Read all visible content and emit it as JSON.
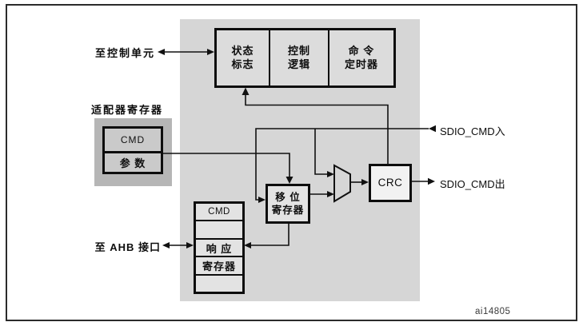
{
  "labels": {
    "to_control_unit": "至控制单元",
    "adapter_registers": "适配器寄存器",
    "adapter_cmd": "CMD",
    "adapter_param": "参 数",
    "status_flags": {
      "line1": "状态",
      "line2": "标志"
    },
    "control_logic": {
      "line1": "控制",
      "line2": "逻辑"
    },
    "command_timer": {
      "line1": "命 令",
      "line2": "定时器"
    },
    "shift_register": {
      "line1": "移 位",
      "line2": "寄存器"
    },
    "response_stack": {
      "row1": "CMD",
      "row2": "",
      "row3": "响 应",
      "row4": "寄存器",
      "row5": ""
    },
    "to_ahb_interface": "至 AHB 接口",
    "sdio_cmd_in": "SDIO_CMD入",
    "sdio_cmd_out": "SDIO_CMD出",
    "crc": "CRC",
    "figure_id": "ai14805"
  },
  "colors": {
    "page_bg": "#ffffff",
    "frame_border": "#2b2b2b",
    "panel_bg": "#d6d6d6",
    "adapter_panel_bg": "#b6b6b6",
    "adapter_cell_bg": "#cacaca",
    "block_bg": "#dcdcdc",
    "stack_bg": "#e3e3e3",
    "crc_bg": "#f2f2f2",
    "line_color": "#111111",
    "border": "#0d0d0d"
  }
}
